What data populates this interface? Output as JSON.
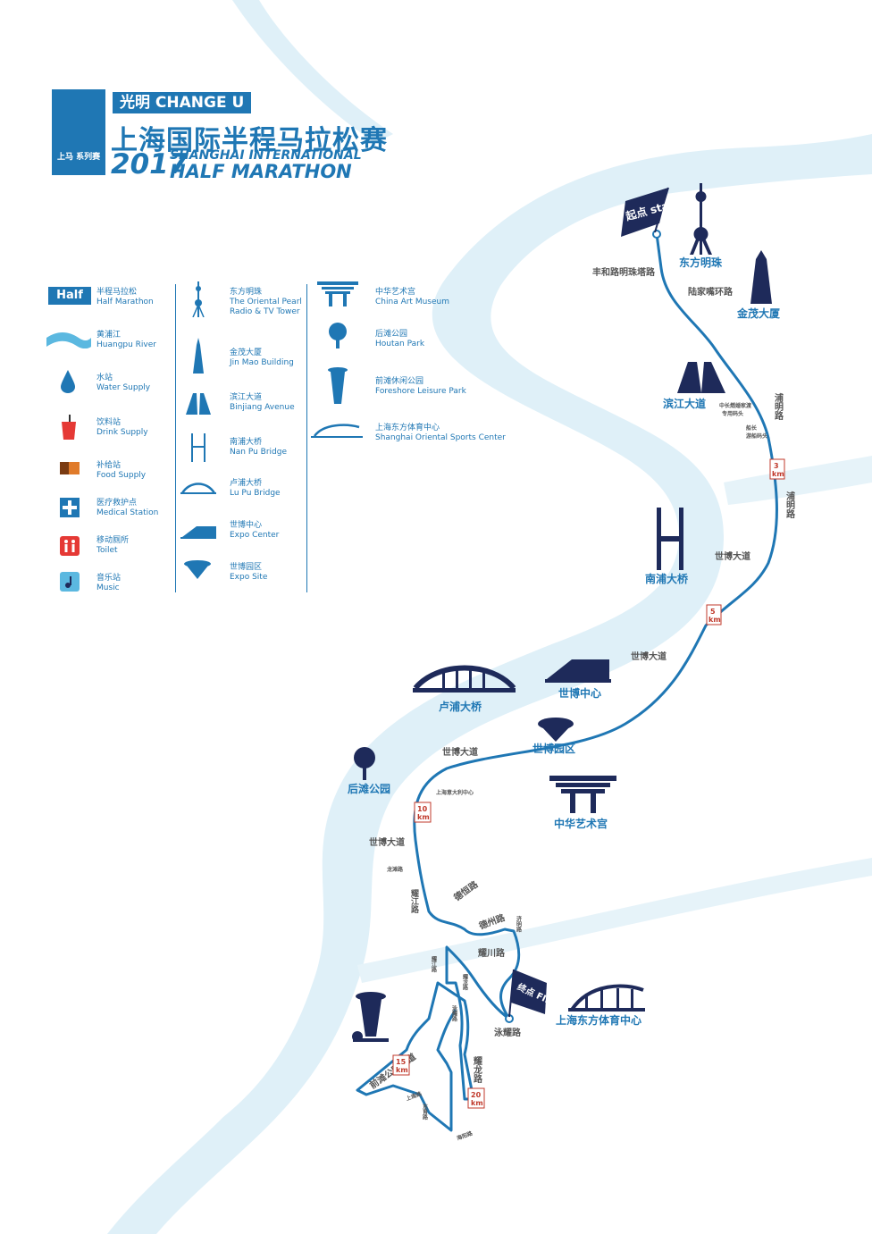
{
  "header": {
    "brand": "光明 CHANGE U",
    "title_cn": "上海国际半程马拉松赛",
    "year": "2017",
    "title_en_line1": "SHANGHAI INTERNATIONAL",
    "title_en_line2": "HALF MARATHON",
    "logo_sub": "上马 系列赛"
  },
  "legend": {
    "col1": [
      {
        "cn": "半程马拉松",
        "en": "Half Marathon",
        "icon": "half-badge"
      },
      {
        "cn": "黄浦江",
        "en": "Huangpu River",
        "icon": "river-icon"
      },
      {
        "cn": "水站",
        "en": "Water Supply",
        "icon": "water-drop-icon"
      },
      {
        "cn": "饮料站",
        "en": "Drink Supply",
        "icon": "drink-cup-icon"
      },
      {
        "cn": "补给站",
        "en": "Food Supply",
        "icon": "food-icon"
      },
      {
        "cn": "医疗救护点",
        "en": "Medical Station",
        "icon": "medical-cross-icon"
      },
      {
        "cn": "移动厕所",
        "en": "Toilet",
        "icon": "toilet-icon"
      },
      {
        "cn": "音乐站",
        "en": "Music",
        "icon": "music-note-icon"
      }
    ],
    "col2": [
      {
        "cn": "东方明珠",
        "en": "The Oriental Pearl Radio & TV Tower",
        "icon": "pearl-tower-icon"
      },
      {
        "cn": "金茂大厦",
        "en": "Jin Mao Building",
        "icon": "jinmao-icon"
      },
      {
        "cn": "滨江大道",
        "en": "Binjiang Avenue",
        "icon": "avenue-icon"
      },
      {
        "cn": "南浦大桥",
        "en": "Nan Pu Bridge",
        "icon": "nanpu-bridge-icon"
      },
      {
        "cn": "卢浦大桥",
        "en": "Lu Pu Bridge",
        "icon": "lupu-bridge-icon"
      },
      {
        "cn": "世博中心",
        "en": "Expo Center",
        "icon": "expo-center-icon"
      },
      {
        "cn": "世博园区",
        "en": "Expo Site",
        "icon": "expo-site-icon"
      }
    ],
    "col3": [
      {
        "cn": "中华艺术宫",
        "en": "China Art Museum",
        "icon": "art-museum-icon"
      },
      {
        "cn": "后滩公园",
        "en": "Houtan Park",
        "icon": "tree-icon"
      },
      {
        "cn": "前滩休闲公园",
        "en": "Foreshore Leisure Park",
        "icon": "foreshore-tower-icon"
      },
      {
        "cn": "上海东方体育中心",
        "en": "Shanghai Oriental Sports Center",
        "icon": "sports-center-icon"
      }
    ]
  },
  "map": {
    "start_flag": "起点 start",
    "finish_flag": "终点 FINISH",
    "landmarks": {
      "pearl": "东方明珠",
      "jinmao": "金茂大厦",
      "binjiang": "滨江大道",
      "nanpu": "南浦大桥",
      "lupu": "卢浦大桥",
      "expo_center": "世博中心",
      "expo_site": "世博园区",
      "houtan": "后滩公园",
      "art_museum": "中华艺术宫",
      "sports_center": "上海东方体育中心"
    },
    "roads": {
      "fenghe": "丰和路明珠塔路",
      "lujiazui": "陆家嘴环路",
      "pumin1": "浦明路",
      "pumin2": "浦明路",
      "shibo1": "世博大道",
      "shibo2": "世博大道",
      "shibo3": "世博大道",
      "shibo4": "世博大道",
      "longtan": "龙滩路",
      "yaojiang": "耀江路",
      "deheng": "德恒路",
      "dezhou": "德州路",
      "jiming": "济明路",
      "yaochuan": "耀川路",
      "yaojiang2": "耀江路",
      "yaolong": "耀龙路",
      "yongyao": "泳耀路",
      "qiantan_walk": "前滩公园步道",
      "yaolong2": "耀龙路",
      "yongtai": "泳耀路",
      "shangyong": "上南路",
      "dongyu": "东育路",
      "haiyang": "海阳路"
    },
    "small_notes": {
      "dock1": "中长燃婚家渡",
      "dock2": "专用码头",
      "dock3": "船长",
      "dock4": "游船码头",
      "exhibit": "上海意大利中心"
    },
    "km_markers": [
      {
        "num": "3",
        "unit": "km"
      },
      {
        "num": "5",
        "unit": "km"
      },
      {
        "num": "10",
        "unit": "km"
      },
      {
        "num": "15",
        "unit": "km"
      },
      {
        "num": "20",
        "unit": "km"
      }
    ],
    "colors": {
      "route": "#1f77b4",
      "river": "#dff0f8",
      "landmark": "#1e2a5a",
      "km_border": "#c0392b"
    }
  }
}
